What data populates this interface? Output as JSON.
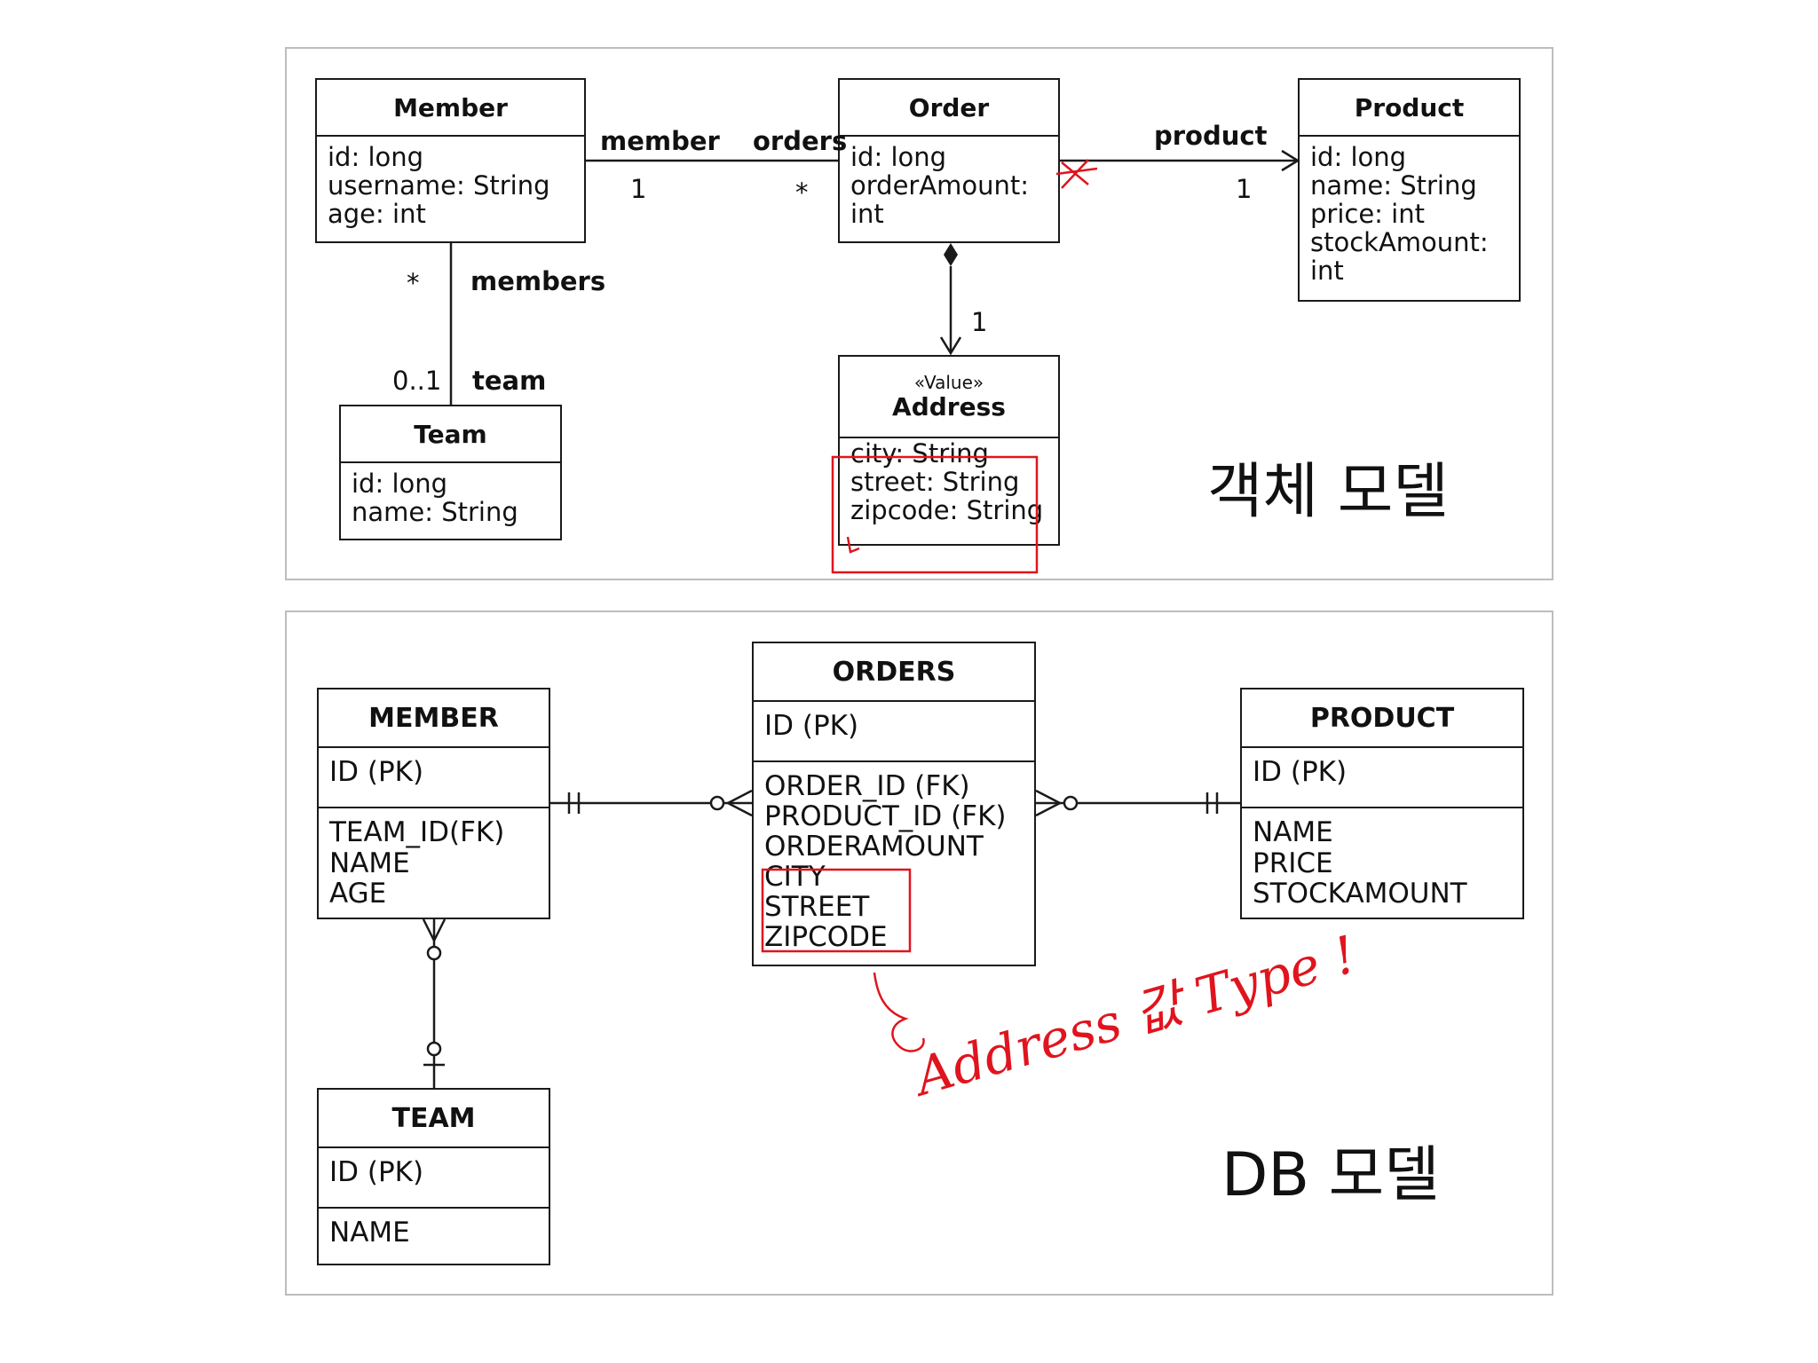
{
  "object_model": {
    "title": "객체 모델",
    "classes": {
      "member": {
        "name": "Member",
        "attrs": [
          "id: long",
          "username: String",
          "age: int"
        ]
      },
      "order": {
        "name": "Order",
        "attrs": [
          "id: long",
          "orderAmount:",
          "int"
        ]
      },
      "product": {
        "name": "Product",
        "attrs": [
          "id: long",
          "name: String",
          "price: int",
          "stockAmount:",
          "int"
        ]
      },
      "team": {
        "name": "Team",
        "attrs": [
          "id: long",
          "name: String"
        ]
      },
      "address": {
        "stereotype": "«Value»",
        "name": "Address",
        "attrs": [
          "city: String",
          "street: String",
          "zipcode: String"
        ]
      }
    },
    "labels": {
      "member_role": "member",
      "orders_role": "orders",
      "member_mult": "1",
      "orders_mult": "*",
      "product_role": "product",
      "product_mult": "1",
      "address_mult": "1",
      "members_mult": "*",
      "members_role": "members",
      "team_mult": "0..1",
      "team_role": "team"
    }
  },
  "db_model": {
    "title": "DB 모델",
    "tables": {
      "member": {
        "name": "MEMBER",
        "pk": [
          "ID (PK)"
        ],
        "cols": [
          "TEAM_ID(FK)",
          "NAME",
          "AGE"
        ]
      },
      "orders": {
        "name": "ORDERS",
        "pk": [
          "ID (PK)"
        ],
        "cols": [
          "ORDER_ID (FK)",
          "PRODUCT_ID (FK)",
          "ORDERAMOUNT",
          "CITY",
          "STREET",
          "ZIPCODE"
        ]
      },
      "product": {
        "name": "PRODUCT",
        "pk": [
          "ID (PK)"
        ],
        "cols": [
          "NAME",
          "PRICE",
          "STOCKAMOUNT"
        ]
      },
      "team": {
        "name": "TEAM",
        "pk": [
          "ID (PK)"
        ],
        "cols": [
          "NAME"
        ]
      }
    }
  },
  "annotation": {
    "text": "Address 값 Type !",
    "color": "#e0141e"
  }
}
